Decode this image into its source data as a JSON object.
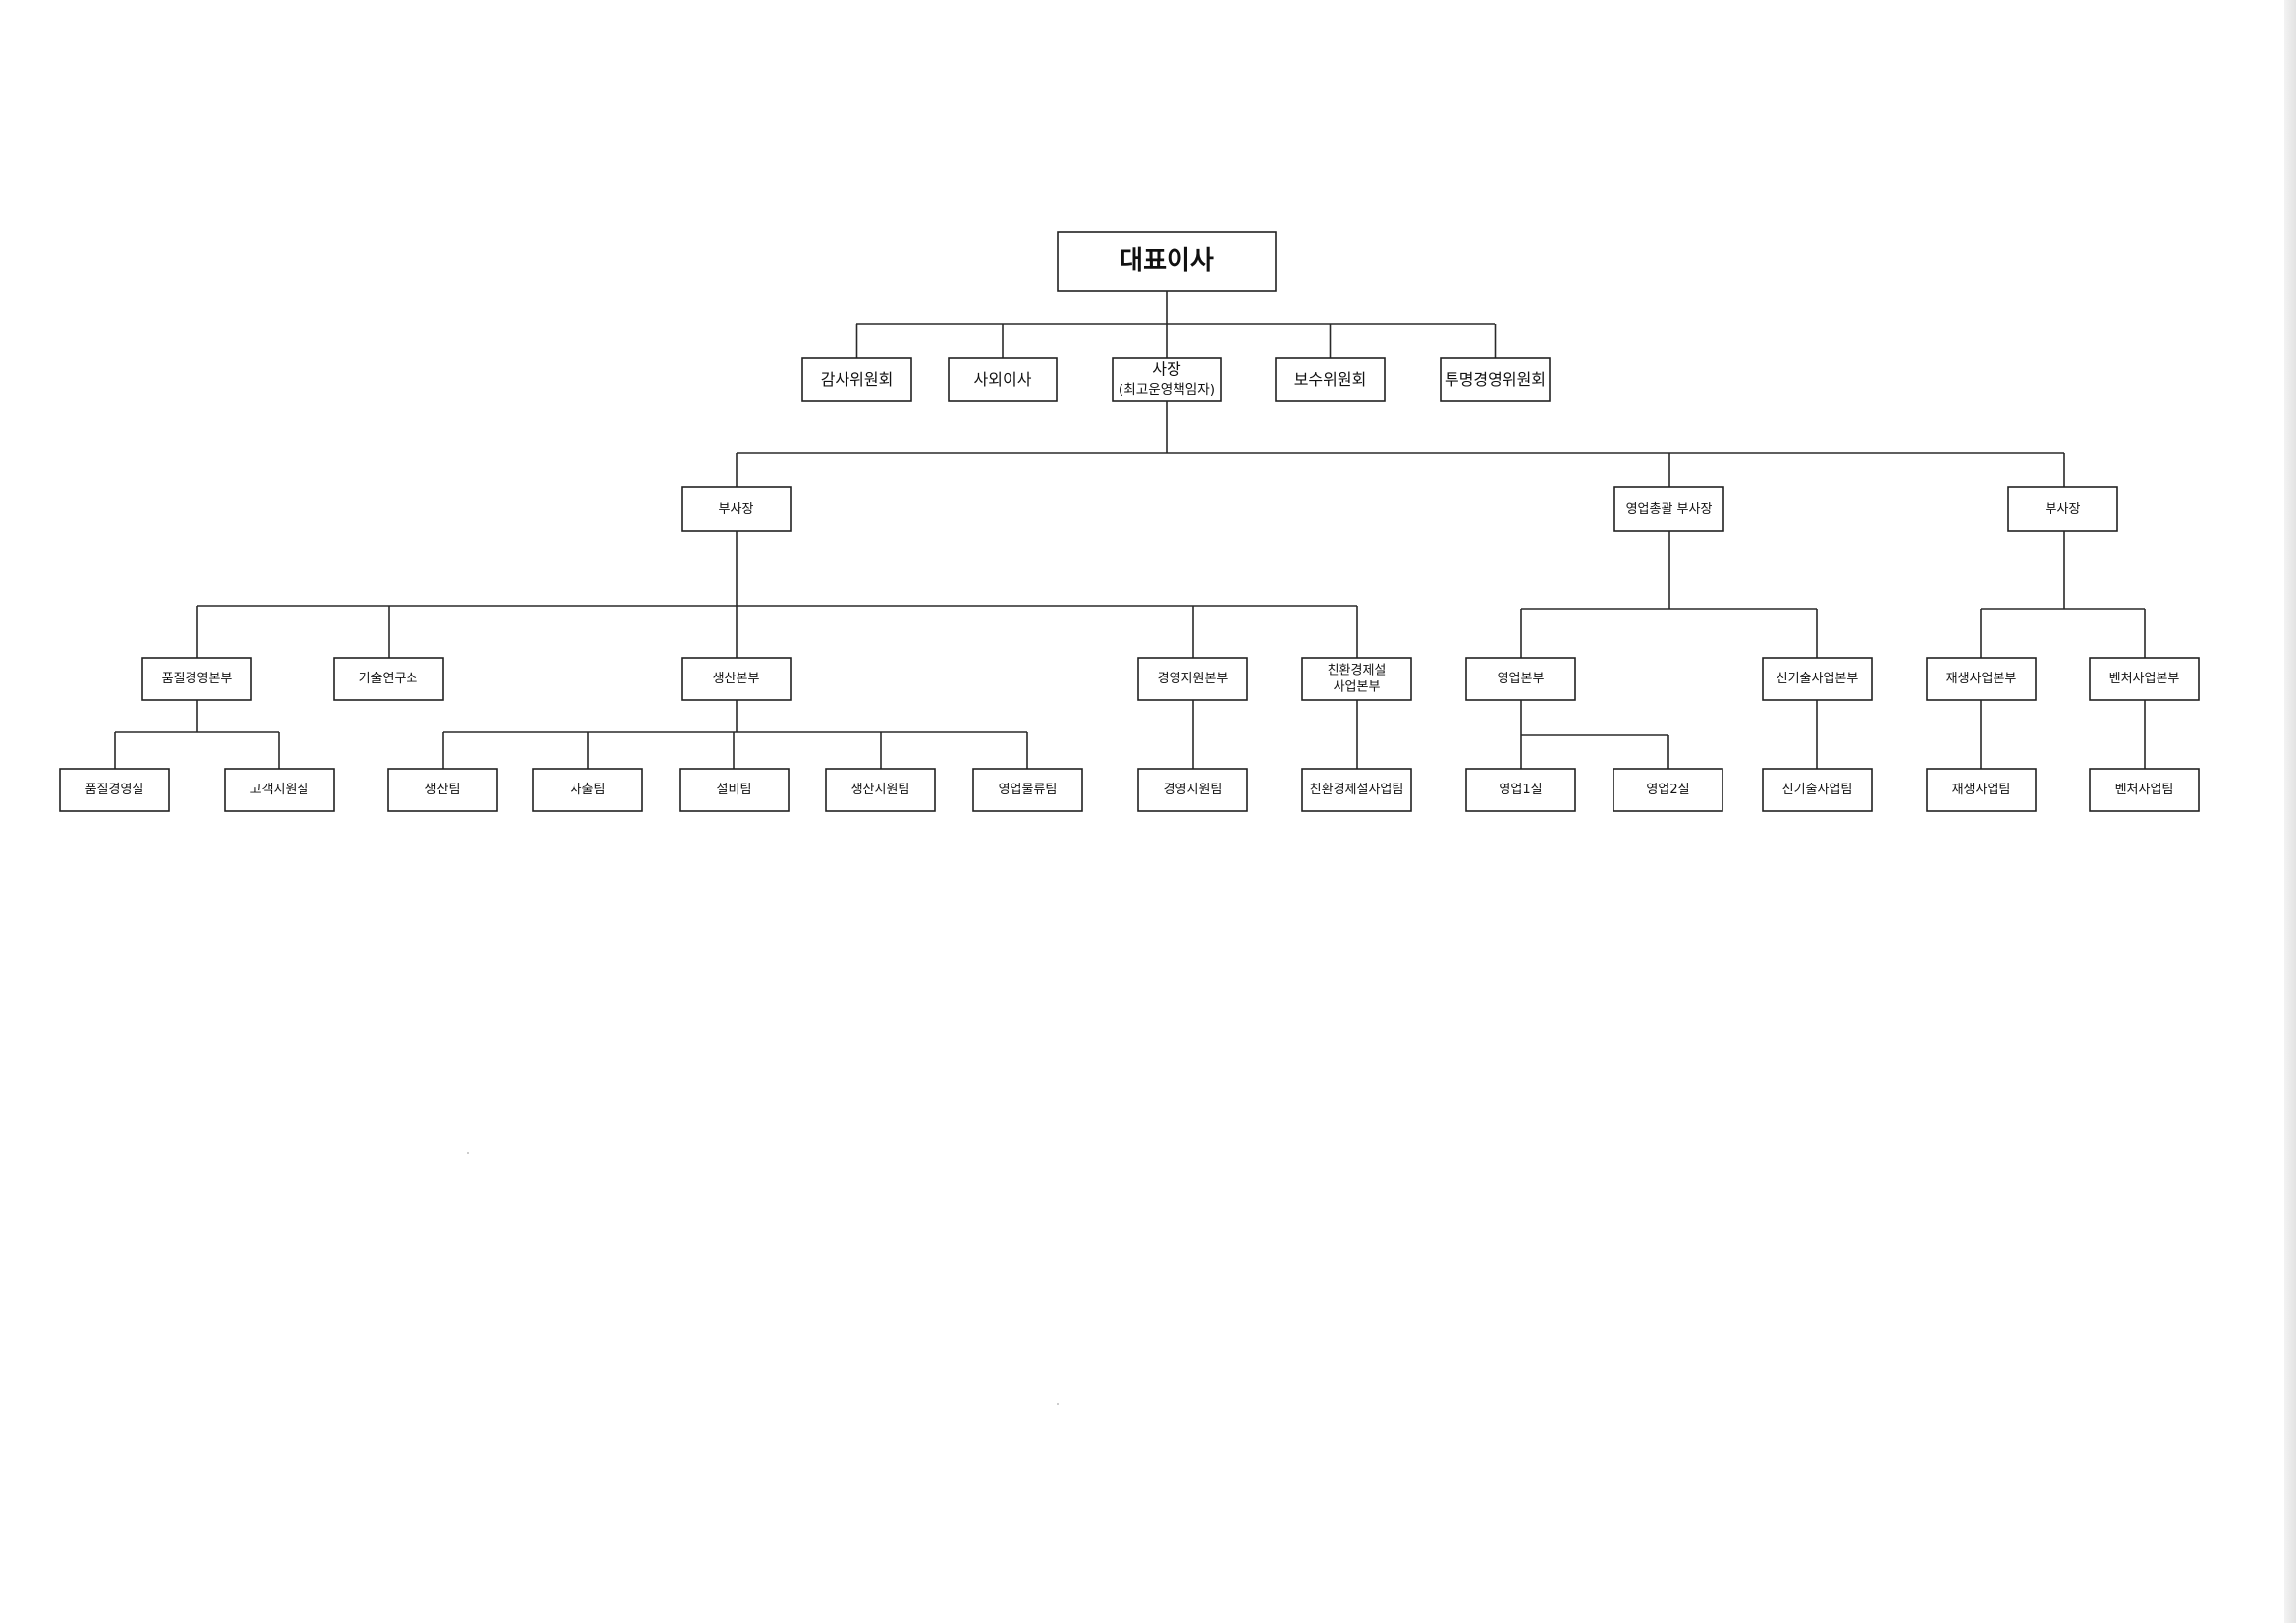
{
  "diagram": {
    "ceo": "대표이사",
    "level1": [
      {
        "id": "audit",
        "label": "감사위원회"
      },
      {
        "id": "outside-director",
        "label": "사외이사"
      },
      {
        "id": "president",
        "label": "사장",
        "sub": "(최고운영책임자)"
      },
      {
        "id": "compensation",
        "label": "보수위원회"
      },
      {
        "id": "transparency",
        "label": "투명경영위원회"
      }
    ],
    "vps": [
      {
        "id": "vp-1",
        "label": "부사장"
      },
      {
        "id": "vp-sales",
        "label": "영업총괄 부사장"
      },
      {
        "id": "vp-3",
        "label": "부사장"
      }
    ],
    "divisions": [
      {
        "id": "quality-div",
        "label": "품질경영본부"
      },
      {
        "id": "tech-lab",
        "label": "기술연구소"
      },
      {
        "id": "production-div",
        "label": "생산본부"
      },
      {
        "id": "mgmt-support-div",
        "label": "경영지원본부"
      },
      {
        "id": "eco-div",
        "label": "친환경제설\n사업본부"
      },
      {
        "id": "sales-div",
        "label": "영업본부"
      },
      {
        "id": "newtech-div",
        "label": "신기술사업본부"
      },
      {
        "id": "recycle-div",
        "label": "재생사업본부"
      },
      {
        "id": "venture-div",
        "label": "벤처사업본부"
      }
    ],
    "teams": [
      {
        "id": "quality-office",
        "label": "품질경영실"
      },
      {
        "id": "customer-office",
        "label": "고객지원실"
      },
      {
        "id": "production-team",
        "label": "생산팀"
      },
      {
        "id": "injection-team",
        "label": "사출팀"
      },
      {
        "id": "facility-team",
        "label": "설비팀"
      },
      {
        "id": "prod-support-team",
        "label": "생산지원팀"
      },
      {
        "id": "sales-logistics-team",
        "label": "영업물류팀"
      },
      {
        "id": "mgmt-support-team",
        "label": "경영지원팀"
      },
      {
        "id": "eco-team",
        "label": "친환경제설사업팀"
      },
      {
        "id": "sales1",
        "label": "영업1실"
      },
      {
        "id": "sales2",
        "label": "영업2실"
      },
      {
        "id": "newtech-team",
        "label": "신기술사업팀"
      },
      {
        "id": "recycle-team",
        "label": "재생사업팀"
      },
      {
        "id": "venture-team",
        "label": "벤처사업팀"
      }
    ]
  },
  "colors": {
    "line": "#2a2a2a",
    "box_border": "#222222",
    "text": "#111111",
    "background": "#ffffff"
  }
}
